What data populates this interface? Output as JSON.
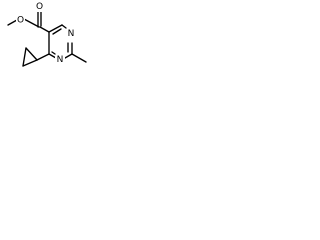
{
  "molecule": {
    "atoms": {
      "carbonyl_oxygen": "O",
      "ester_oxygen": "O",
      "ring_nitrogen_1": "N",
      "ring_nitrogen_3": "N"
    }
  },
  "colors": {
    "background": "#ffffff",
    "ink": "#000000"
  }
}
